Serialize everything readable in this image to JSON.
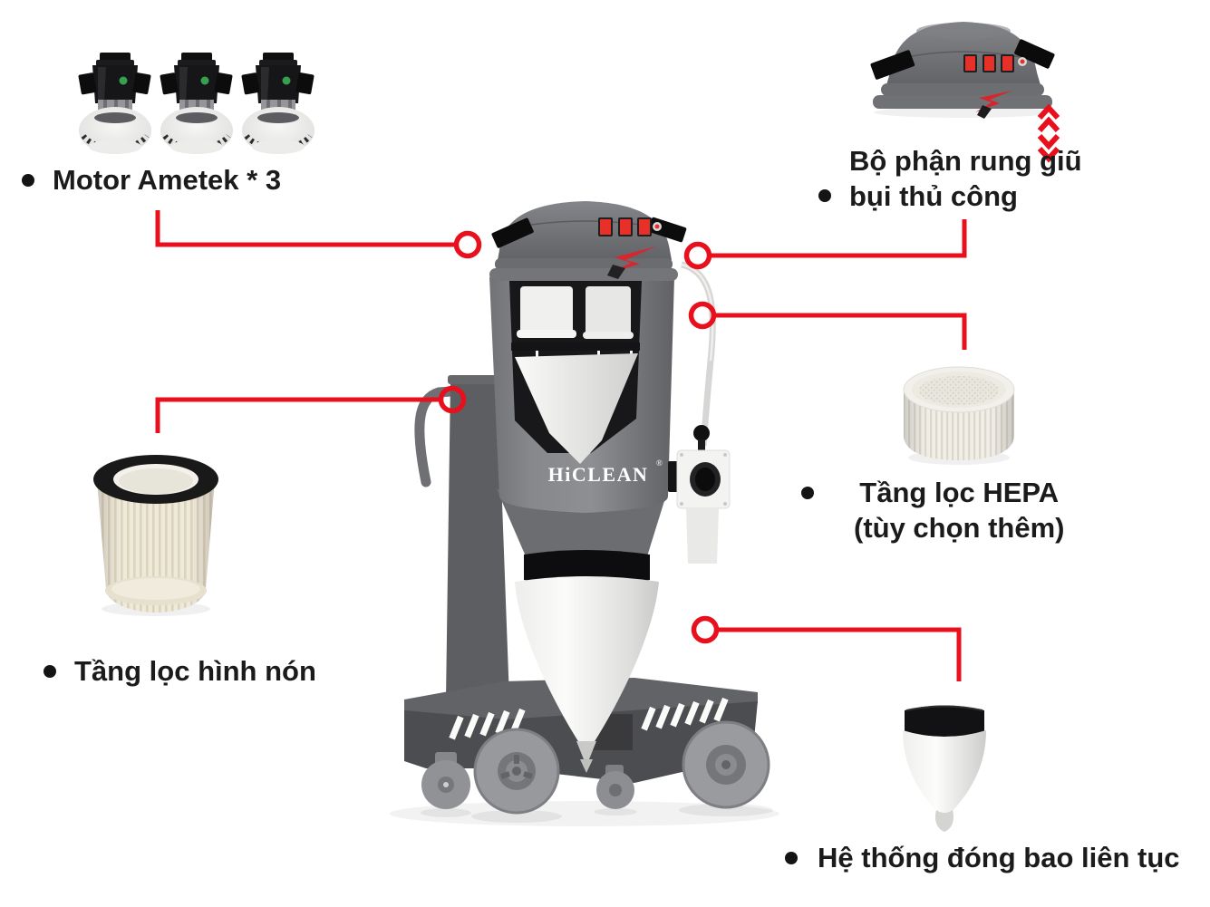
{
  "brand": {
    "logo": "HiCLEAN",
    "registered_mark": "®"
  },
  "colors": {
    "accent_red": "#e8101c",
    "machine_gray": "#7d7e81",
    "machine_dark": "#4c4d50",
    "filter_cream": "#efe9da"
  },
  "labels": {
    "motor": {
      "text": "Motor Ametek * 3"
    },
    "shaker": {
      "line1": "Bộ phận rung giũ",
      "line2": "bụi thủ công"
    },
    "hepa": {
      "line1": "Tầng lọc HEPA",
      "line2": "(tùy chọn thêm)"
    },
    "cone": {
      "text": "Tầng lọc hình nón"
    },
    "bagging": {
      "text": "Hệ thống đóng bao liên tục"
    }
  }
}
